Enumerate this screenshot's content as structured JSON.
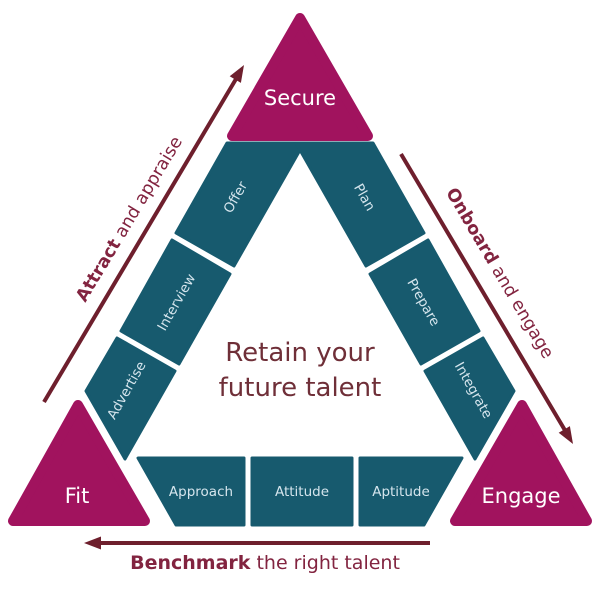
{
  "colors": {
    "background": "#ffffff",
    "magenta": "#a1135e",
    "teal": "#175a6e",
    "arrow": "#6e1f2d",
    "annotation_text": "#822440",
    "center_text": "#6f2f38",
    "corner_label": "#ffffff",
    "block_label": "#d5e5ed"
  },
  "center_text": {
    "line1": "Retain your",
    "line2": "future talent"
  },
  "corners": {
    "top": "Secure",
    "bottom_left": "Fit",
    "bottom_right": "Engage"
  },
  "stages": {
    "attract": [
      "Advertise",
      "Interview",
      "Offer"
    ],
    "onboard": [
      "Plan",
      "Prepare",
      "Integrate"
    ],
    "benchmark": [
      "Approach",
      "Attitude",
      "Aptitude"
    ]
  },
  "annotations": {
    "attract": {
      "bold": "Attract",
      "rest": " and appraise"
    },
    "onboard": {
      "bold": "Onboard",
      "rest": " and engage"
    },
    "benchmark": {
      "bold": "Benchmark",
      "rest": " the right talent"
    }
  }
}
